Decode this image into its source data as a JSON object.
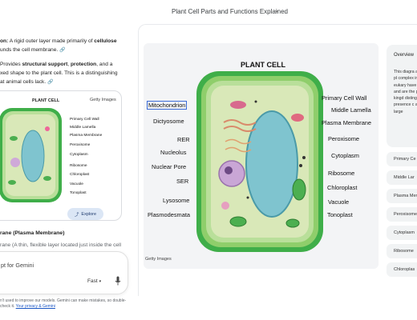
{
  "header": {
    "title": "Plant Cell Parts and Functions Explained"
  },
  "chat": {
    "p1": {
      "lead": "on:",
      "text1": " A rigid outer layer made primarily of ",
      "bold1": "cellulose",
      "text2": "unds the cell membrane."
    },
    "p2": {
      "lead": "Provides ",
      "bold1": "structural support",
      "sep1": ", ",
      "bold2": "protection",
      "text1": ", and a",
      "line2": "xed shape to the plant cell. This is a distinguishing",
      "line3": "at animal cells lack."
    },
    "image_card": {
      "title": "PLANT CELL",
      "credit": "Getty Images",
      "explore_label": "Explore",
      "labels": [
        "Primary Cell Wall",
        "Middle Lamella",
        "Plasma Membrane",
        "Peroxisome",
        "Cytoplasm",
        "Ribosome",
        "Chloroplast",
        "Vacuole",
        "Tonoplast"
      ]
    },
    "heading2": "rane (Plasma Membrane)",
    "para3": "rane (A thin, flexible layer located just inside the cell",
    "input": {
      "placeholder": "pt for Gemini",
      "mode": "Fast"
    },
    "disclaimer": {
      "text": "n't used to improve our models. Gemini can make mistakes, so double-check it.",
      "link": "Your privacy & Gemini"
    }
  },
  "diagram": {
    "title": "PLANT CELL",
    "credit": "Getty Images",
    "left_labels": [
      "Mitochondrion",
      "Dictyosome",
      "RER",
      "Nucleolus",
      "Nuclear Pore",
      "SER",
      "Lysosome",
      "Plasmodesmata"
    ],
    "right_labels": [
      "Primary Cell Wall",
      "Middle Lamella",
      "Plasma Membrane",
      "Peroxisome",
      "Cytoplasm",
      "Ribosome",
      "Chloroplast",
      "Vacuole",
      "Tonoplast"
    ]
  },
  "side_panel": {
    "overview_title": "Overview",
    "overview_text": "This diagra a typical pl complex in are eukary have a mo and are the plant kingd distinguish presence c and a large",
    "chips": [
      "Primary Ce",
      "Middle Lar",
      "Plasma Mem",
      "Peroxisome",
      "Cytoplasm",
      "Ribosome",
      "Chloroplas"
    ]
  },
  "colors": {
    "cell_wall": "#3fae49",
    "cytoplasm": "#d9e8b8",
    "vacuole": "#7fc4cf",
    "highlight": "#3a6ad6",
    "explore_bg": "#dbe6f5"
  }
}
